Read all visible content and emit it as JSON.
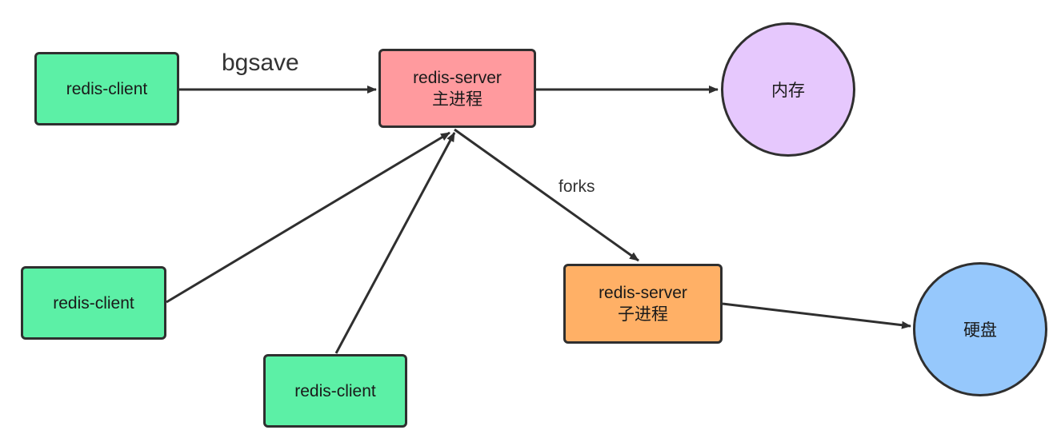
{
  "nodes": {
    "client_top": {
      "label": "redis-client"
    },
    "client_left": {
      "label": "redis-client"
    },
    "client_bottom": {
      "label": "redis-client"
    },
    "server_main": {
      "line1": "redis-server",
      "line2": "主进程"
    },
    "server_child": {
      "line1": "redis-server",
      "line2": "子进程"
    },
    "memory": {
      "label": "内存"
    },
    "disk": {
      "label": "硬盘"
    }
  },
  "edges": {
    "bgsave": "bgsave",
    "forks": "forks"
  },
  "colors": {
    "client": "#5cf0a6",
    "server_main": "#ff9a9e",
    "server_child": "#ffb066",
    "memory": "#e6c8fd",
    "disk": "#96c8fc",
    "stroke": "#2f2f2f"
  }
}
